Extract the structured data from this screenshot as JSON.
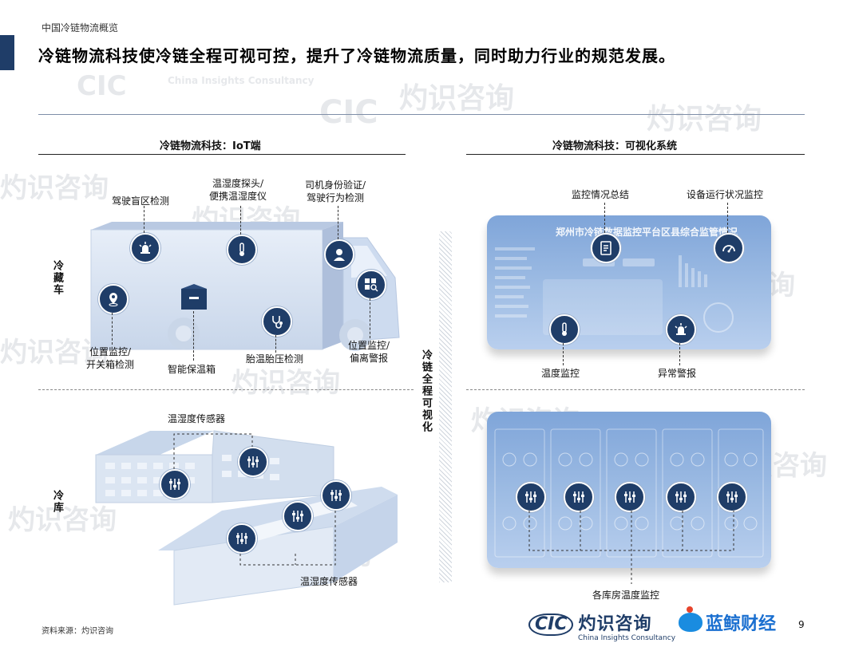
{
  "header": {
    "breadcrumb": "中国冷链物流概览",
    "headline": "冷链物流科技使冷链全程可视可控，提升了冷链物流质量，同时助力行业的规范发展。"
  },
  "left_section": {
    "title": "冷链物流科技：IoT端",
    "truck": {
      "row_label": "冷藏车",
      "labels": {
        "blind_spot": "驾驶盲区检测",
        "temp_probe": "温湿度探头/\n便携温湿度仪",
        "driver_id": "司机身份验证/\n驾驶行为检测",
        "position": "位置监控/\n开关箱检测",
        "smart_box": "智能保温箱",
        "tire": "胎温胎压检测",
        "position_alarm": "位置监控/\n偏离警报"
      }
    },
    "warehouse": {
      "row_label": "冷库",
      "sensor_label_top": "温湿度传感器",
      "sensor_label_bottom": "温湿度传感器"
    }
  },
  "center_label": "冷链全程可视化",
  "right_section": {
    "title": "冷链物流科技：可视化系统",
    "top_panel": {
      "screen_title": "郑州市冷链数据监控平台区县综合监管情况",
      "labels": {
        "summary": "监控情况总结",
        "equipment": "设备运行状况监控",
        "temperature": "温度监控",
        "alarm": "异常警报"
      }
    },
    "bottom_panel": {
      "label": "各库房温度监控"
    }
  },
  "footer": {
    "source": "资料来源：灼识咨询",
    "page_number": "9",
    "logo_cic_mark": "CIC",
    "logo_cic_name": "灼识咨询",
    "logo_cic_sub": "China Insights Consultancy",
    "logo_lj_name": "蓝鲸财经"
  },
  "watermarks": {
    "cn": "灼识咨询",
    "en": "China Insights Consultancy",
    "mark": "CIC"
  },
  "colors": {
    "navy": "#1f3d68",
    "panel_blue": "#8fb1df",
    "truck_fill": "#dde6f2"
  }
}
